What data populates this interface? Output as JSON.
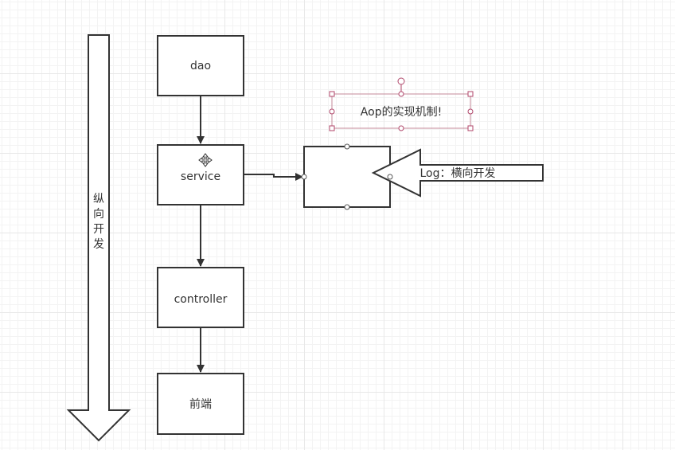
{
  "nodes": {
    "dao": "dao",
    "service": "service",
    "controller": "controller",
    "frontend": "前端"
  },
  "vertical_arrow": {
    "label_chars": [
      "纵",
      "向",
      "开",
      "发"
    ]
  },
  "log_arrow": {
    "label": "Log：横向开发"
  },
  "annotation": {
    "text": "Aop的实现机制!"
  },
  "colors": {
    "stroke": "#333333",
    "selection": "#b0466a",
    "grid": "#e8e8e8"
  },
  "icons": {
    "move_cursor": "move-cursor-icon"
  }
}
